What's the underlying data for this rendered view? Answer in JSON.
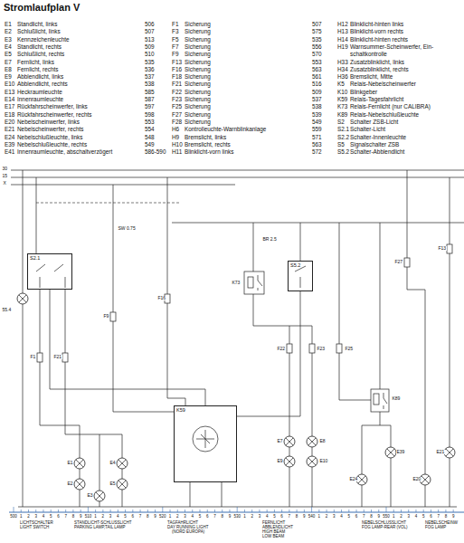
{
  "diagram": {
    "title": "Stromlaufplan V",
    "nodes": [
      {
        "text": [
          "S2.1"
        ]
      },
      {
        "text": [
          "K59"
        ]
      },
      {
        "text": [
          "S5.2"
        ]
      }
    ],
    "edges": [
      {
        "from": 0,
        "to": 1,
        "arrow": "none"
      },
      {
        "from": 1,
        "to": 2,
        "arrow": "none"
      }
    ],
    "labels": [
      "E1",
      "Standlicht, links",
      "506",
      "E2",
      "Schlußlicht, links",
      "507",
      "E3",
      "Kennzeichenleuchte",
      "513",
      "E4",
      "Standlicht, rechts",
      "509",
      "E5",
      "Schlußlicht, rechts",
      "510",
      "E7",
      "Fernlicht, links",
      "535",
      "E8",
      "Fernlicht, rechts",
      "536",
      "E9",
      "Abblendlicht, links",
      "537",
      "E10",
      "Abblendlicht, rechts",
      "538",
      "E13",
      "Heckraumleuchte",
      "585",
      "E14",
      "Innenraumleuchte",
      "587",
      "E17",
      "Rückfahrscheinwerfer, links",
      "597",
      "E18",
      "Rückfahrscheinwerfer, rechts",
      "598",
      "E20",
      "Nebelscheinwerfer, links",
      "553",
      "E21",
      "Nebelscheinwerfer, rechts",
      "554",
      "E24",
      "Nebelschlußleuchte, links",
      "548",
      "E39",
      "Nebelschlußleuchte, rechts",
      "549",
      "E41",
      "Innenraumleuchte, abschaltverzögert",
      "586-590",
      "F1",
      "Sicherung",
      "507",
      "F3",
      "Sicherung",
      "575",
      "F5",
      "Sicherung",
      "535",
      "F7",
      "Sicherung",
      "556",
      "F9",
      "Sicherung",
      "570",
      "F13",
      "Sicherung",
      "553",
      "F16",
      "Sicherung",
      "563",
      "F18",
      "Sicherung",
      "561",
      "F21",
      "Sicherung",
      "516",
      "F22",
      "Sicherung",
      "509",
      "F23",
      "Sicherung",
      "537",
      "F25",
      "Sicherung",
      "538",
      "F27",
      "Sicherung",
      "539",
      "F28",
      "Sicherung",
      "549",
      "H6",
      "Kontrolleuchte-Warnblinkanlage",
      "559",
      "H9",
      "Bremslicht, links",
      "571",
      "H10",
      "Bremslicht, rechts",
      "563",
      "H11",
      "Blinklicht-vorn links",
      "572",
      "H12",
      "Blinklicht-hinten links",
      "H13",
      "Blinklicht-vorn rechts",
      "H14",
      "Blinklicht-hinten rechts",
      "H19",
      "Warnsummer-Scheinwerfer, Ein-",
      "schaltkontrolle",
      "H33",
      "Zusatzblinklicht, links",
      "H34",
      "Zusatzblinklicht, rechts",
      "H36",
      "Bremslicht, Mitte",
      "K5",
      "Relais-Nebelscheinwerfer",
      "K10",
      "Blinkgeber",
      "K59",
      "Relais-Tagesfahrlicht",
      "K73",
      "Relais-Fernlicht (nur CALIBRA)",
      "K89",
      "Relais-Nebelschlußleuchte",
      "S2",
      "Schalter ZSB-Licht",
      "S2.1",
      "Schalter-Licht",
      "S2.2",
      "Schalter-Innenleuchte",
      "S5",
      "Signalschalter ZSB",
      "S5.2",
      "Schalter-Abblendlicht",
      "30",
      "15",
      "X",
      "55.4",
      "F1",
      "F21",
      "F9",
      "F16",
      "K73",
      "F22",
      "F23",
      "F25",
      "K89",
      "F27",
      "F13",
      "E1",
      "E2",
      "E3",
      "E4",
      "E5",
      "E7",
      "E9",
      "E8",
      "E10",
      "E24",
      "E39",
      "E20",
      "E21",
      "SW 0.75",
      "BR 2.5",
      "LICHTSCHALTER",
      "LIGHT SWITCH",
      "STANDLICHT-SCHLUSSLICHT",
      "PARKING LAMP,TAIL LAMP",
      "TAGFAHRLICHT",
      "DAY RUNNING LIGHT",
      "(NORD EUROPA)",
      "FERNLICHT",
      "ABBLENDLICHT",
      "HIGH BEAM",
      "LOW BEAM",
      "NEBELSCHLUSSLICHT",
      "FOG LAMP-REAR (VOL)",
      "NEBELSCHEINW",
      "FOG LAMP",
      "500",
      "1",
      "2",
      "3",
      "4",
      "5",
      "6",
      "7",
      "8",
      "9",
      "510",
      "1",
      "2",
      "3",
      "4",
      "5",
      "6",
      "7",
      "8",
      "9",
      "520",
      "1",
      "2",
      "3",
      "4",
      "5",
      "6",
      "7",
      "8",
      "9",
      "530",
      "1",
      "2",
      "3",
      "4",
      "5",
      "6",
      "7",
      "8",
      "9",
      "540",
      "1",
      "2",
      "3",
      "4",
      "5",
      "6",
      "7",
      "8",
      "9",
      "550",
      "1",
      "2",
      "3",
      "4",
      "5",
      "6",
      "7",
      "8",
      "9"
    ]
  }
}
